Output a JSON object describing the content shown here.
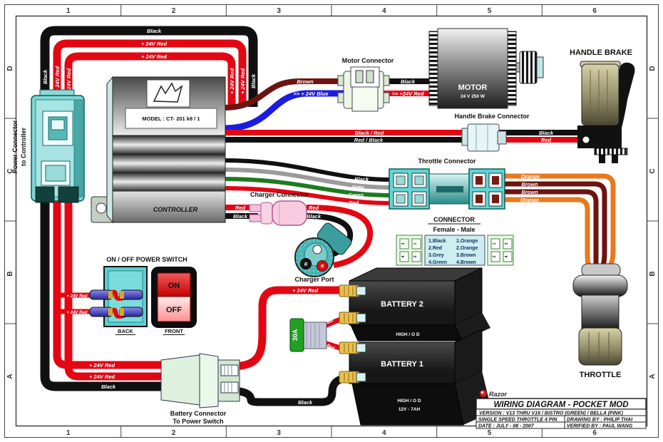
{
  "ruler": {
    "cols": [
      "1",
      "2",
      "3",
      "4",
      "5",
      "6"
    ],
    "rows": [
      "D",
      "C",
      "B",
      "A"
    ]
  },
  "wire": {
    "black": "Black",
    "red24": "+ 24V Red",
    "brown": "Brown",
    "blue24": ">> + 24V Blue",
    "red24arrow": ">> +24V Red",
    "black_red": "Black / Red",
    "red_black": "Red / Black",
    "red": "Red",
    "grey": "Grey",
    "green": "Green",
    "orange": "Orange"
  },
  "components": {
    "power_connector_line1": "Power Connector",
    "power_connector_line2": "to Controller",
    "controller_model": "MODEL : CT- 201 k8 / 1",
    "controller": "CONTROLLER",
    "motor_connector": "Motor Connector",
    "motor": "MOTOR",
    "motor_spec": "24 V 250 W",
    "handle_brake": "HANDLE BRAKE",
    "handle_brake_connector": "Handle Brake Connector",
    "throttle_connector": "Throttle Connector",
    "throttle": "THROTTLE",
    "charger_connector": "Charger Connector",
    "charger_port": "Charger Port",
    "charger_port_b": "B",
    "charger_port_r": "R",
    "switch_title": "ON / OFF POWER SWITCH",
    "switch_on": "ON",
    "switch_off": "OFF",
    "switch_back": "BACK",
    "switch_front": "FRONT",
    "battery2": "BATTERY 2",
    "battery1": "BATTERY 1",
    "battery_high_od": "HIGH / O D",
    "battery_spec": "12V - 7AH",
    "battery_connector_line1": "Battery Connector",
    "battery_connector_line2": "To Power Switch",
    "fuse": "30A"
  },
  "connector_table": {
    "title": "CONNECTOR",
    "subtitle": "Female - Male",
    "rows": [
      [
        "1.Black",
        "1.Orange"
      ],
      [
        "2.Red",
        "2.Orange"
      ],
      [
        "3.Grey",
        "3.Brown"
      ],
      [
        "4.Green",
        "4.Brown"
      ]
    ],
    "pins_left": [
      "3",
      "1",
      "4",
      "2"
    ],
    "pins_right": [
      "1",
      "3",
      "2",
      "4"
    ]
  },
  "title_block": {
    "brand": "Razor",
    "title": "WIRING DIAGRAM - POCKET MOD",
    "version": "VERSION : V13 THRU V16 / BISTRO (GREEN) / BELLA (PINK)",
    "spec": "SINGLE SPEED THROTTLE 4 PIN",
    "drawing_by": "DRAWING BY : PHILIP THAI",
    "date": "DATE : JULY - 08 - 2007",
    "verified_by": "VERIFIED BY : PAUL WANG"
  },
  "colors": {
    "wire_red": "#e30613",
    "wire_black": "#101010",
    "wire_brown": "#6b1410",
    "wire_blue": "#1c1ce0",
    "wire_grey": "#9a9a9a",
    "wire_green": "#1e7a1e",
    "wire_orange": "#e8791e",
    "connector_cyan": "#62d6d6",
    "charger_pink": "#f8cce0",
    "fuse_green": "#22a022",
    "battery_black": "#171717"
  }
}
